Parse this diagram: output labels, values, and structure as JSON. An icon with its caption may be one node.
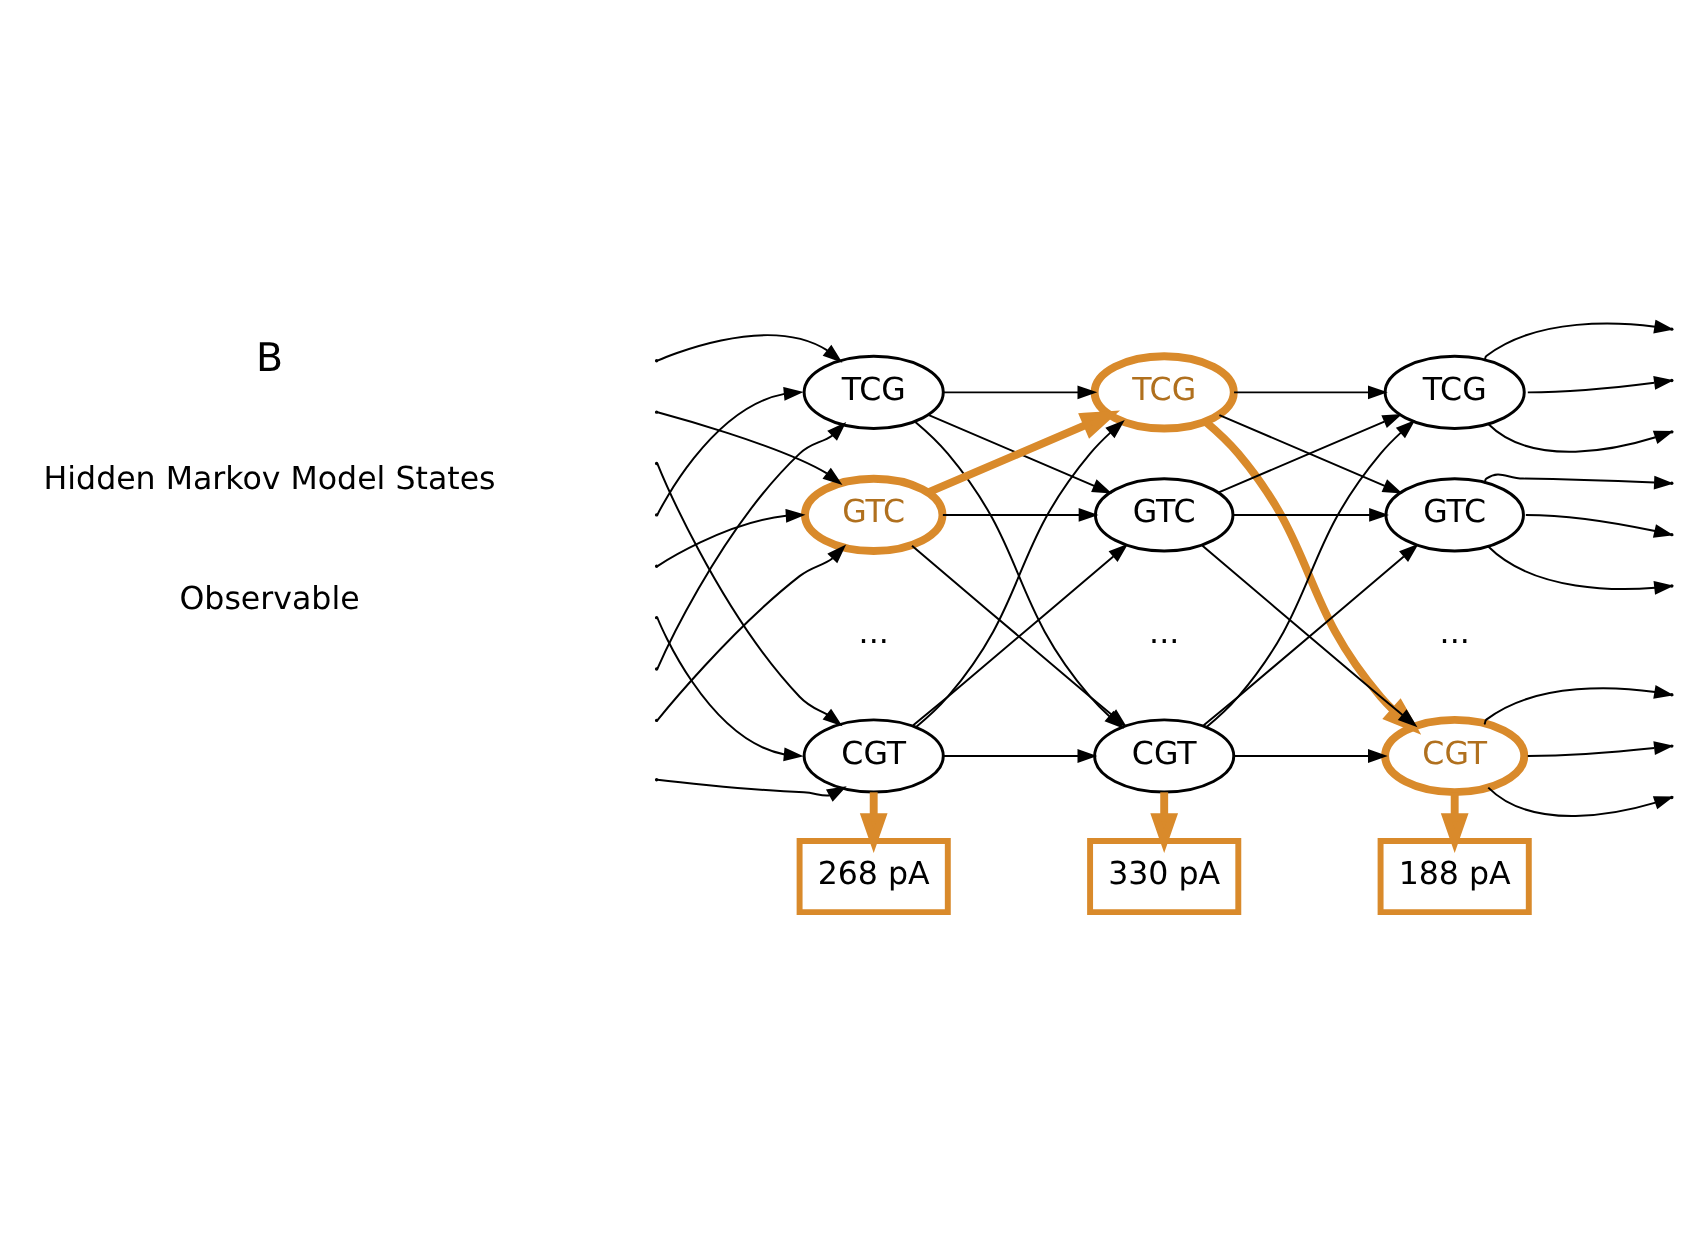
{
  "diagram": {
    "nodes": [
      {
        "text": [
          "TCG"
        ]
      },
      {
        "text": [
          "GTC"
        ]
      },
      {
        "text": [
          "CGT"
        ]
      },
      {
        "text": [
          "TCG"
        ]
      },
      {
        "text": [
          "GTC"
        ]
      },
      {
        "text": [
          "CGT"
        ]
      },
      {
        "text": [
          "TCG"
        ]
      },
      {
        "text": [
          "GTC"
        ]
      },
      {
        "text": [
          "CGT"
        ]
      },
      {
        "text": [
          "268 pA"
        ]
      },
      {
        "text": [
          "330 pA"
        ]
      },
      {
        "text": [
          "188 pA"
        ]
      }
    ],
    "edges": [
      {
        "from": null,
        "to": 0,
        "arrow": "to"
      },
      {
        "from": null,
        "to": 1,
        "arrow": "to"
      },
      {
        "from": null,
        "to": 2,
        "arrow": "to"
      },
      {
        "from": null,
        "to": 0,
        "arrow": "to"
      },
      {
        "from": null,
        "to": 1,
        "arrow": "to"
      },
      {
        "from": null,
        "to": 2,
        "arrow": "to"
      },
      {
        "from": null,
        "to": 0,
        "arrow": "to"
      },
      {
        "from": null,
        "to": 1,
        "arrow": "to"
      },
      {
        "from": null,
        "to": 2,
        "arrow": "to"
      },
      {
        "from": 0,
        "to": 3,
        "arrow": "to"
      },
      {
        "from": 0,
        "to": 4,
        "arrow": "to"
      },
      {
        "from": 0,
        "to": 5,
        "arrow": "to"
      },
      {
        "from": 1,
        "to": 3,
        "arrow": "to",
        "style": "thick",
        "color": "#d98a2b"
      },
      {
        "from": 1,
        "to": 4,
        "arrow": "to"
      },
      {
        "from": 1,
        "to": 5,
        "arrow": "to"
      },
      {
        "from": 2,
        "to": 3,
        "arrow": "to"
      },
      {
        "from": 2,
        "to": 4,
        "arrow": "to"
      },
      {
        "from": 2,
        "to": 5,
        "arrow": "to"
      },
      {
        "from": 3,
        "to": 6,
        "arrow": "to"
      },
      {
        "from": 3,
        "to": 7,
        "arrow": "to"
      },
      {
        "from": 3,
        "to": 8,
        "arrow": "to",
        "style": "thick",
        "color": "#d98a2b"
      },
      {
        "from": 4,
        "to": 6,
        "arrow": "to"
      },
      {
        "from": 4,
        "to": 7,
        "arrow": "to"
      },
      {
        "from": 4,
        "to": 8,
        "arrow": "to"
      },
      {
        "from": 5,
        "to": 6,
        "arrow": "to"
      },
      {
        "from": 5,
        "to": 7,
        "arrow": "to"
      },
      {
        "from": 5,
        "to": 8,
        "arrow": "to"
      },
      {
        "from": 6,
        "to": null,
        "arrow": "to"
      },
      {
        "from": 6,
        "to": null,
        "arrow": "to"
      },
      {
        "from": 6,
        "to": null,
        "arrow": "to"
      },
      {
        "from": 7,
        "to": null,
        "arrow": "to"
      },
      {
        "from": 7,
        "to": null,
        "arrow": "to"
      },
      {
        "from": 7,
        "to": null,
        "arrow": "to"
      },
      {
        "from": 8,
        "to": null,
        "arrow": "to"
      },
      {
        "from": 8,
        "to": null,
        "arrow": "to"
      },
      {
        "from": 8,
        "to": null,
        "arrow": "to"
      },
      {
        "from": 2,
        "to": 9,
        "arrow": "to",
        "style": "thick",
        "color": "#d98a2b"
      },
      {
        "from": 5,
        "to": 10,
        "arrow": "to",
        "style": "thick",
        "color": "#d98a2b"
      },
      {
        "from": 8,
        "to": 11,
        "arrow": "to",
        "style": "thick",
        "color": "#d98a2b"
      }
    ],
    "labels": [
      "B",
      "Hidden Markov Model States",
      "...",
      "...",
      "...",
      "Observable"
    ]
  }
}
